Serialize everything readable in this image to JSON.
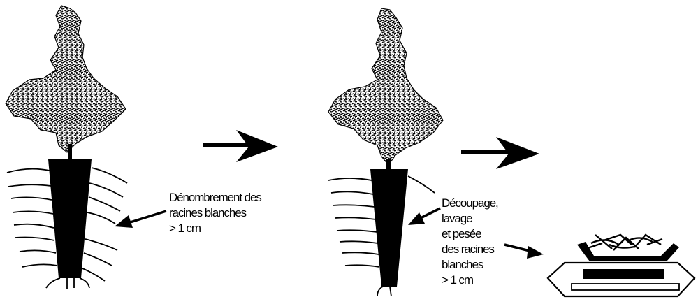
{
  "labels": {
    "step1": [
      "Dénombrement des",
      "racines blanches",
      "> 1 cm"
    ],
    "step2": [
      "Découpage,",
      "lavage",
      "et pesée",
      "des racines",
      "blanches",
      "> 1 cm"
    ]
  },
  "icons": [
    "tree-seedling-icon",
    "root-plug-icon",
    "arrow-right-icon",
    "pointer-arrow-icon",
    "weighing-scale-icon"
  ],
  "colors": {
    "ink": "#000000",
    "background": "#ffffff"
  }
}
